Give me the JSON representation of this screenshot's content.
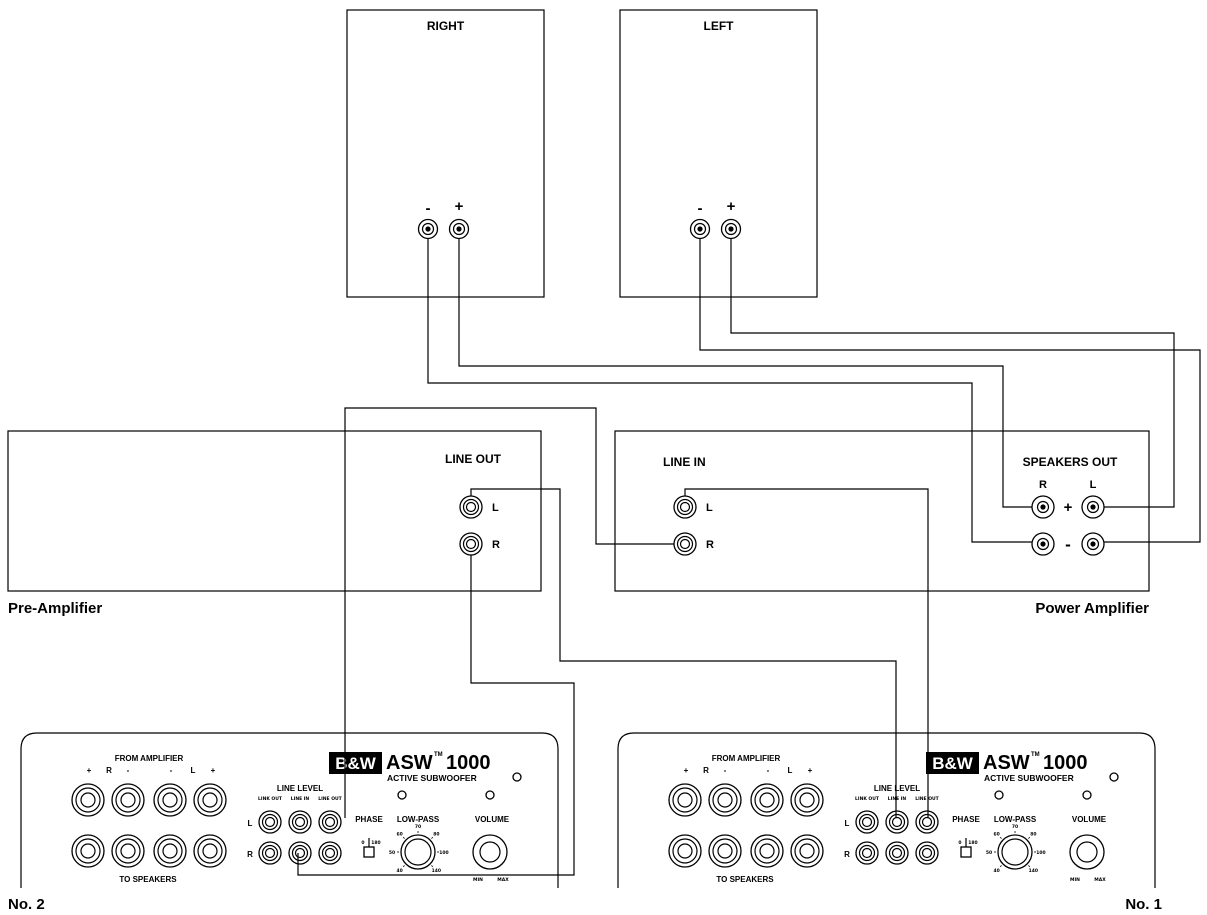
{
  "speakers": {
    "right": {
      "title": "RIGHT",
      "minus": "-",
      "plus": "+"
    },
    "left": {
      "title": "LEFT",
      "minus": "-",
      "plus": "+"
    }
  },
  "preamp": {
    "name": "Pre-Amplifier",
    "section": "LINE OUT",
    "l": "L",
    "r": "R"
  },
  "poweramp": {
    "name": "Power Amplifier",
    "line_in": "LINE IN",
    "l": "L",
    "r": "R",
    "speakers_out": "SPEAKERS OUT",
    "so_r": "R",
    "so_l": "L",
    "plus": "+",
    "minus": "-"
  },
  "subwoofer": {
    "logo": "B&W",
    "model": "ASW",
    "tm": "TM",
    "number": "1000",
    "subtitle": "ACTIVE SUBWOOFER",
    "from_amp": "FROM AMPLIFIER",
    "term_plus": "+",
    "term_r": "R",
    "term_minus": "-",
    "term_minus2": "-",
    "term_l": "L",
    "term_plus2": "+",
    "to_speakers": "TO SPEAKERS",
    "line_level": "LINE LEVEL",
    "link_out": "LINK OUT",
    "line_in": "LINE IN",
    "line_out": "LINE OUT",
    "row_l": "L",
    "row_r": "R",
    "phase": "PHASE",
    "phase_0": "0",
    "phase_180": "180",
    "lowpass": "LOW-PASS",
    "lp_ticks": [
      "40",
      "50",
      "60",
      "70",
      "80",
      "100",
      "140"
    ],
    "volume": "VOLUME",
    "vol_min": "MIN",
    "vol_max": "MAX"
  },
  "sub2_label": "No. 2",
  "sub1_label": "No. 1"
}
